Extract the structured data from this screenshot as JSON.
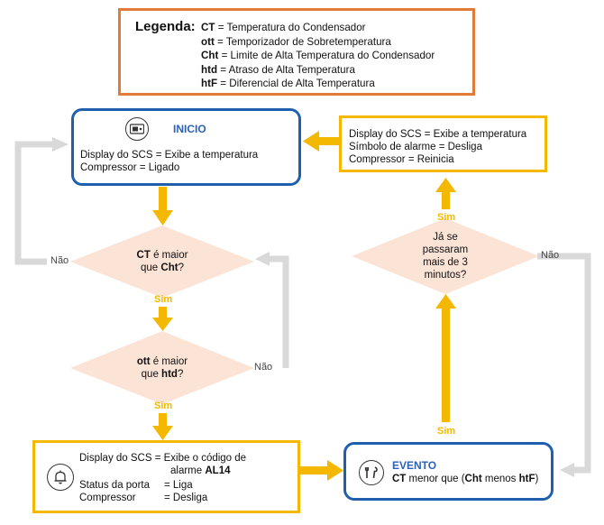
{
  "legend": {
    "title": "Legenda:",
    "items": [
      {
        "abbr": "CT",
        "def": "= Temperatura do Condensador"
      },
      {
        "abbr": "ott",
        "def": "= Temporizador de Sobretemperatura"
      },
      {
        "abbr": "Cht",
        "def": "= Limite de Alta Temperatura do Condensador"
      },
      {
        "abbr": "htd",
        "def": "= Atraso de Alta Temperatura"
      },
      {
        "abbr": "htF",
        "def": "= Diferencial de Alta Temperatura"
      }
    ]
  },
  "start": {
    "title": "INICIO",
    "line1": "Display do SCS = Exibe a temperatura",
    "line2": "Compressor = Ligado"
  },
  "decision1": {
    "part1": "CT",
    "part2": " é maior",
    "part3": "que ",
    "part4": "Cht",
    "part5": "?"
  },
  "decision2": {
    "part1": "ott",
    "part2": " é maior",
    "part3": "que ",
    "part4": "htd",
    "part5": "?"
  },
  "alarm": {
    "line1": "Display do SCS = Exibe o código de",
    "line2a": "alarme ",
    "line2b": "AL14",
    "line3a": "Status da porta",
    "line3b": "= Liga",
    "line4a": "Compressor",
    "line4b": "= Desliga"
  },
  "event": {
    "title": "EVENTO",
    "p1": "CT",
    "p2": " menor que (",
    "p3": "Cht",
    "p4": " menos ",
    "p5": "htF",
    "p6": ")"
  },
  "decision3": {
    "line1": "Já se",
    "line2": "passaram",
    "line3": "mais de 3",
    "line4": "minutos?"
  },
  "reset": {
    "line1": "Display do SCS = Exibe a temperatura",
    "line2": "Símbolo de alarme = Desliga",
    "line3": "Compressor = Reinicia"
  },
  "labels": {
    "yes": "Sim",
    "no": "Não"
  },
  "colors": {
    "accent_orange": "#F5B800",
    "accent_blue": "#1F5FAD",
    "legend_border": "#E07B39",
    "diamond_fill": "#FBE3D6",
    "connector_gray": "#D9D9D9"
  },
  "icons": {
    "start": "display-unit-icon",
    "alarm": "bell-alarm-icon",
    "event": "tools-icon"
  }
}
